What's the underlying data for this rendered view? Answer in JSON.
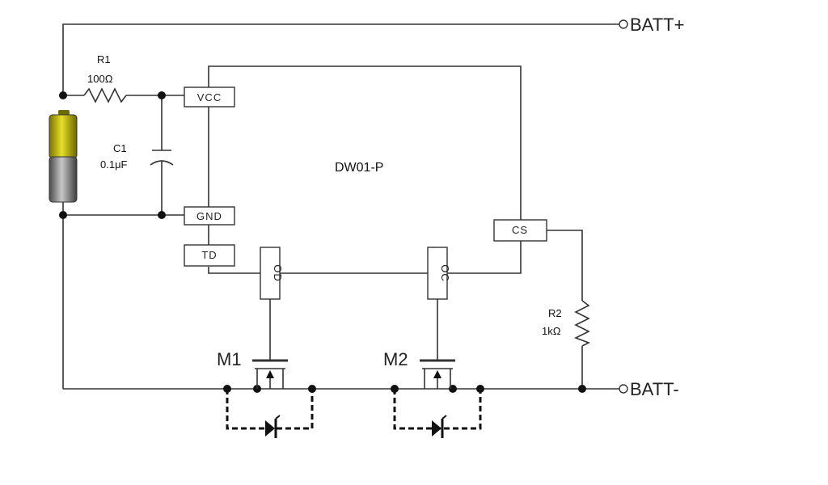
{
  "terminals": {
    "batt_pos": "BATT+",
    "batt_neg": "BATT-"
  },
  "chip": {
    "name": "DW01-P"
  },
  "pins": {
    "vcc": "VCC",
    "gnd": "GND",
    "td": "TD",
    "od": "OD",
    "oc": "OC",
    "cs": "CS"
  },
  "r1": {
    "name": "R1",
    "value": "100Ω"
  },
  "c1": {
    "name": "C1",
    "value": "0.1μF"
  },
  "r2": {
    "name": "R2",
    "value": "1kΩ"
  },
  "mosfets": {
    "m1": "M1",
    "m2": "M2"
  },
  "colors": {
    "battery_top": "#c8c000",
    "battery_body": "#8a8a8a",
    "wire": "#333333"
  }
}
